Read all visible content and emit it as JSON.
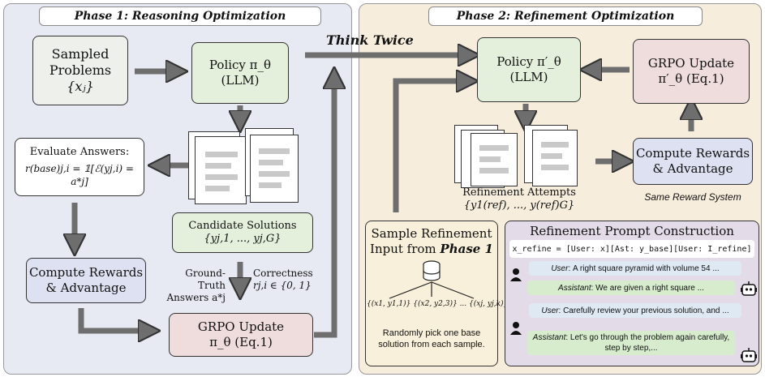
{
  "phase1": {
    "title": "Phase 1: Reasoning Optimization",
    "sampled": {
      "line1": "Sampled",
      "line2": "Problems",
      "math": "{xⱼ}"
    },
    "policy": {
      "line1": "Policy π_θ",
      "line2": "(LLM)"
    },
    "evaluate": {
      "title": "Evaluate Answers:",
      "formula": "r(base)j,i = 𝟙[ℰ(yj,i) = a*j]"
    },
    "candidates": {
      "title": "Candidate Solutions",
      "math": "{yj,1, ..., yj,G}"
    },
    "compute": {
      "line1": "Compute Rewards",
      "line2": "& Advantage"
    },
    "ground_truth": {
      "line1": "Ground-Truth",
      "line2": "Answers a*j"
    },
    "correctness": {
      "line1": "Correctness",
      "line2": "rj,i ∈ {0, 1}"
    },
    "grpo": {
      "line1": "GRPO Update",
      "line2": "π_θ (Eq.1)"
    }
  },
  "think_twice": "Think Twice",
  "phase2": {
    "title": "Phase 2: Refinement Optimization",
    "policy": {
      "line1": "Policy π′_θ",
      "line2": "(LLM)"
    },
    "grpo": {
      "line1": "GRPO Update",
      "line2": "π′_θ (Eq.1)"
    },
    "compute": {
      "line1": "Compute Rewards",
      "line2": "& Advantage"
    },
    "same_reward": "Same Reward System",
    "attempts": {
      "title": "Refinement Attempts",
      "math": "{y1(ref), ..., y(ref)G}"
    },
    "sample_input": {
      "line1": "Sample Refinement",
      "line2": "Input from",
      "phase_ref": "Phase 1",
      "leaves": [
        "{(x1, y1,1)}",
        "{(x2, y2,3)}",
        "{(xj, yj,k)}"
      ],
      "ellipsis": "...",
      "note": "Randomly pick one base solution from each sample."
    },
    "prompt": {
      "title": "Refinement Prompt Construction",
      "template": "x_refine = [User: x][Ast: y_base][User: I_refine]",
      "messages": [
        {
          "role": "User",
          "text": "A right square pyramid with volume 54 ..."
        },
        {
          "role": "Assistant",
          "text": "We are given a right square ..."
        },
        {
          "role": "User",
          "text": "Carefully review your previous solution, and ..."
        },
        {
          "role": "Assistant",
          "text": "Let's go through the problem again carefully, step by step,..."
        }
      ]
    }
  },
  "colors": {
    "phase1_bg": "#e7eaf3",
    "phase2_bg": "#f6eddc",
    "arrow": "#6e6e6e"
  }
}
